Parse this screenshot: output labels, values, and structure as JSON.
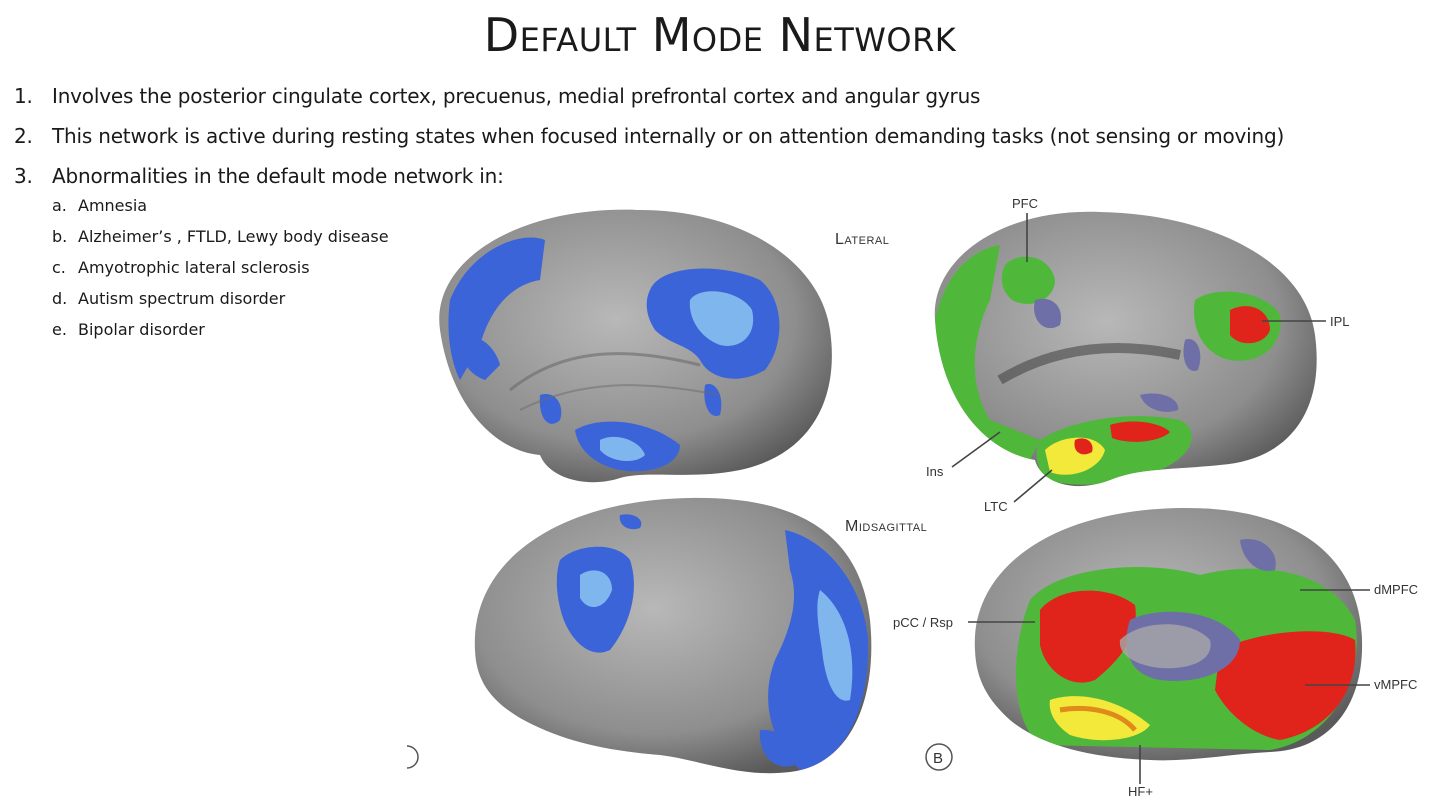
{
  "title": "Default Mode Network",
  "points": [
    {
      "num": "1.",
      "text": "Involves  the posterior cingulate cortex, precuenus, medial prefrontal cortex and angular gyrus"
    },
    {
      "num": "2.",
      "text": "This network is active during resting states when focused internally or on attention demanding tasks (not sensing or moving)"
    },
    {
      "num": "3.",
      "text": "Abnormalities  in the default mode network in:"
    }
  ],
  "subpoints": [
    {
      "num": "a.",
      "text": "Amnesia"
    },
    {
      "num": "b.",
      "text": "Alzheimer’s , FTLD,  Lewy  body disease"
    },
    {
      "num": "c.",
      "text": "Amyotrophic lateral sclerosis"
    },
    {
      "num": "d.",
      "text": "Autism spectrum disorder"
    },
    {
      "num": "e.",
      "text": "Bipolar disorder"
    }
  ],
  "figure": {
    "section_lateral": "Lateral",
    "section_midsagittal": "Midsagittal",
    "panel_marker_b": "B",
    "labels": {
      "pfc": "PFC",
      "ipl": "IPL",
      "ins": "Ins",
      "ltc": "LTC",
      "dmpfc": "dMPFC",
      "pcc_rsp": "pCC / Rsp",
      "vmpfc": "vMPFC",
      "hf": "HF+"
    },
    "colors": {
      "cortex": "#8a8a8a",
      "blue": "#3b64d8",
      "light_blue": "#7fb6ee",
      "green": "#4fb83a",
      "red": "#e0241c",
      "yellow": "#f2e93a",
      "purple": "#6f6fa8"
    }
  }
}
